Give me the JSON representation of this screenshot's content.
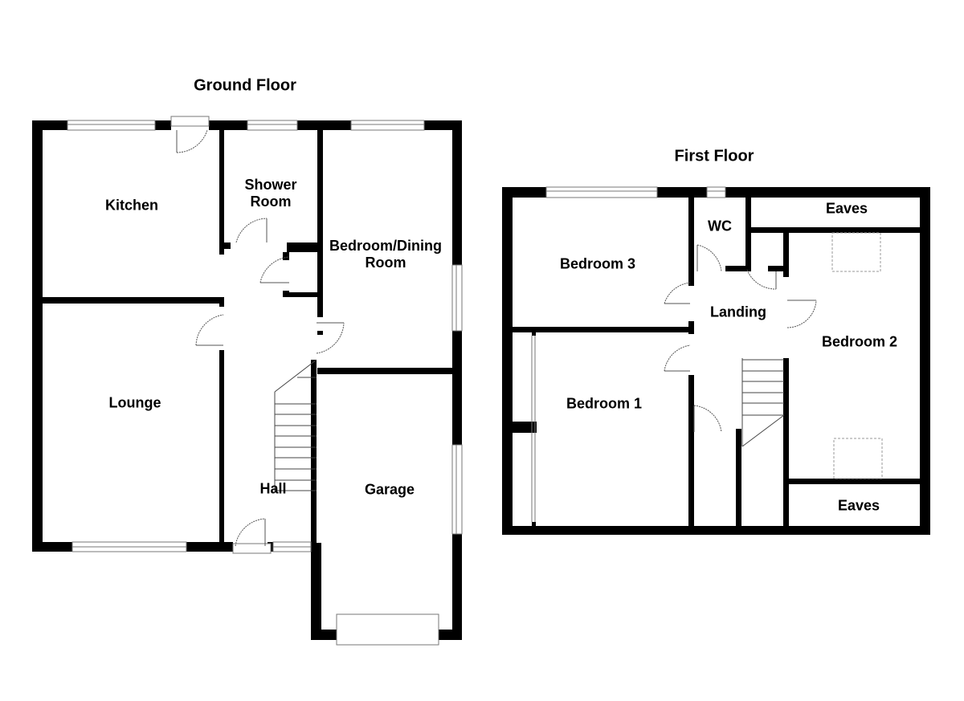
{
  "ground_floor": {
    "title": "Ground Floor",
    "rooms": [
      {
        "id": "kitchen",
        "label": "Kitchen"
      },
      {
        "id": "shower-room",
        "label": "Shower\nRoom"
      },
      {
        "id": "bedroom-dining",
        "label": "Bedroom/Dining\nRoom"
      },
      {
        "id": "lounge",
        "label": "Lounge"
      },
      {
        "id": "hall",
        "label": "Hall"
      },
      {
        "id": "garage",
        "label": "Garage"
      }
    ]
  },
  "first_floor": {
    "title": "First Floor",
    "rooms": [
      {
        "id": "bedroom-3",
        "label": "Bedroom 3"
      },
      {
        "id": "wc",
        "label": "WC"
      },
      {
        "id": "eaves-top",
        "label": "Eaves"
      },
      {
        "id": "landing",
        "label": "Landing"
      },
      {
        "id": "bedroom-2",
        "label": "Bedroom 2"
      },
      {
        "id": "bedroom-1",
        "label": "Bedroom 1"
      },
      {
        "id": "eaves-bottom",
        "label": "Eaves"
      }
    ]
  },
  "colors": {
    "wall": "#000000",
    "background": "#ffffff",
    "fixture": "#666666"
  }
}
